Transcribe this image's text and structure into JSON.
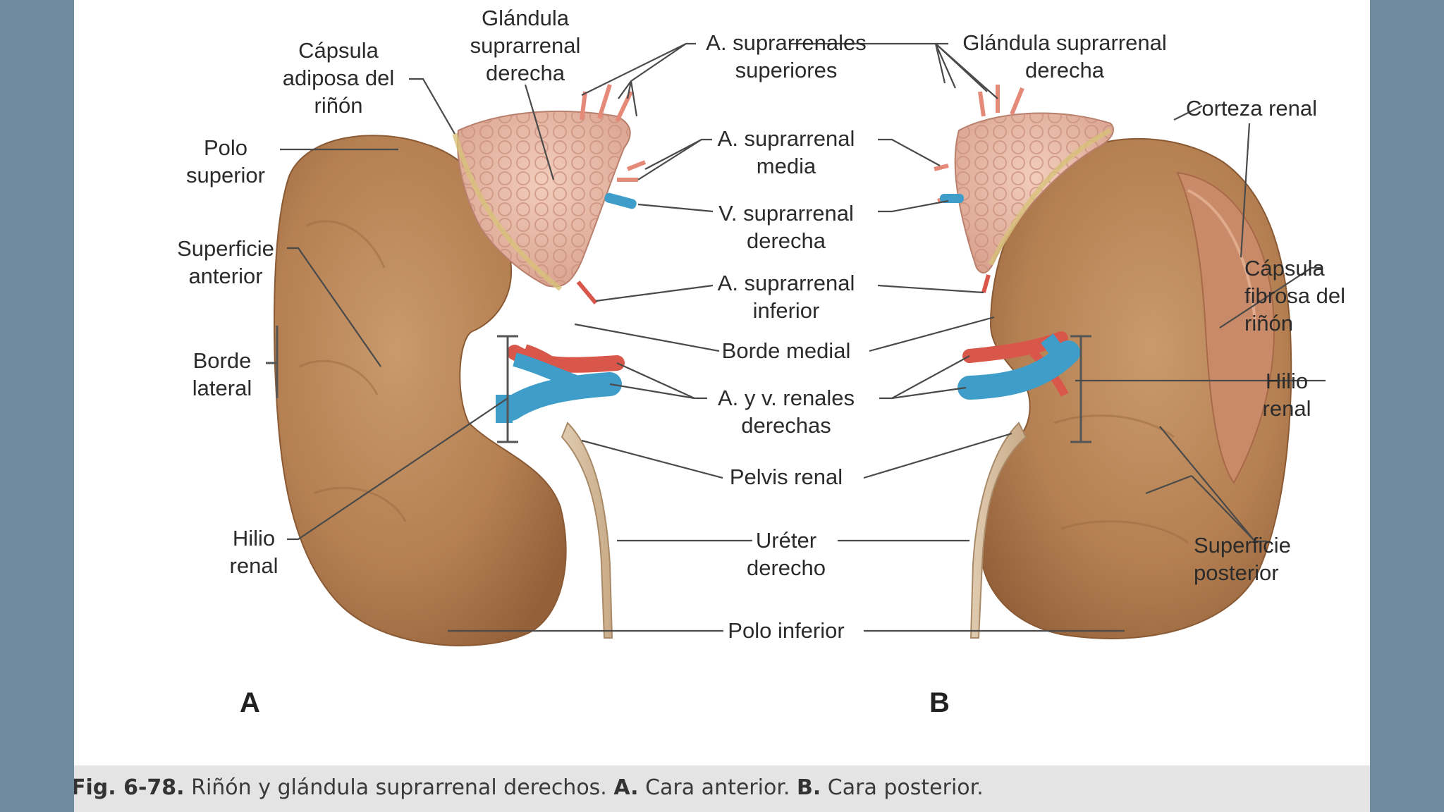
{
  "figure": {
    "panels": [
      "A",
      "B"
    ],
    "labels_left": {
      "glandula_a": "Glándula\nsuprarrenal\nderecha",
      "capsula_adiposa": "Cápsula\nadiposa del\nriñón",
      "polo_superior": "Polo\nsuperior",
      "superficie_anterior": "Superficie\nanterior",
      "borde_lateral": "Borde\nlateral",
      "hilio_a": "Hilio\nrenal"
    },
    "labels_center": {
      "a_suprarrenales_superiores": "A. suprarrenales\nsuperiores",
      "a_suprarrenal_media": "A. suprarrenal\nmedia",
      "v_suprarrenal_derecha": "V. suprarrenal\nderecha",
      "a_suprarrenal_inferior": "A. suprarrenal\ninferior",
      "borde_medial": "Borde medial",
      "a_v_renales": "A. y v. renales\nderechas",
      "pelvis_renal": "Pelvis renal",
      "ureter_derecho": "Uréter\nderecho",
      "polo_inferior": "Polo inferior"
    },
    "labels_right": {
      "glandula_b": "Glándula suprarrenal\nderecha",
      "corteza_renal": "Corteza renal",
      "capsula_fibrosa": "Cápsula\nfibrosa del\nriñón",
      "hilio_b": "Hilio\nrenal",
      "superficie_posterior": "Superficie\nposterior"
    },
    "caption": {
      "fig_number": "Fig. 6-78.",
      "text": " Riñón y glándula suprarrenal derechos. ",
      "a_key": "A.",
      "a_text": " Cara anterior. ",
      "b_key": "B.",
      "b_text": " Cara posterior."
    },
    "colors": {
      "kidney": "#b9865a",
      "kidney_dark": "#8f5f38",
      "adrenal": "#e8b8a4",
      "artery": "#d9574a",
      "vein": "#3f9dc9",
      "background": "#6f8a9c"
    }
  }
}
